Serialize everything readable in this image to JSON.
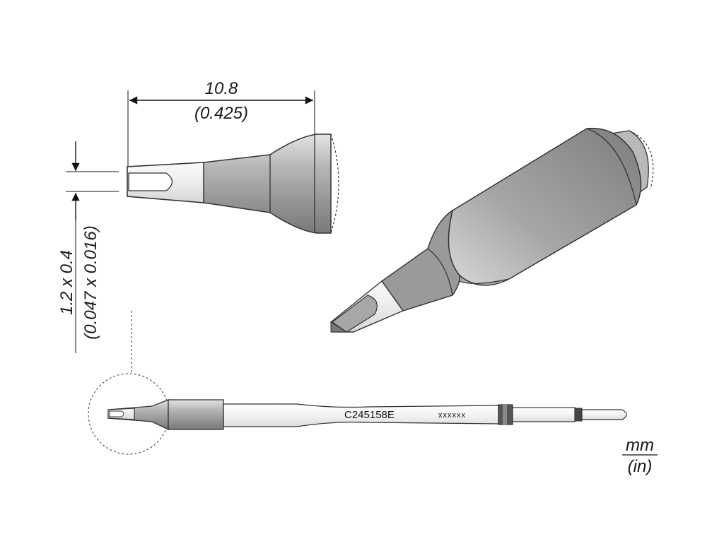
{
  "dimensions": {
    "length_mm": "10.8",
    "length_in": "(0.425)",
    "tip_mm": "1.2 x 0.4",
    "tip_in": "(0.047 x 0.016)"
  },
  "part_number": "C245158E",
  "serial_placeholder": "xxxxxx",
  "units": {
    "primary": "mm",
    "secondary": "(in)"
  },
  "colors": {
    "body_gray": "#9c9c9c",
    "tip_light": "#ececec",
    "outline": "#333333"
  }
}
